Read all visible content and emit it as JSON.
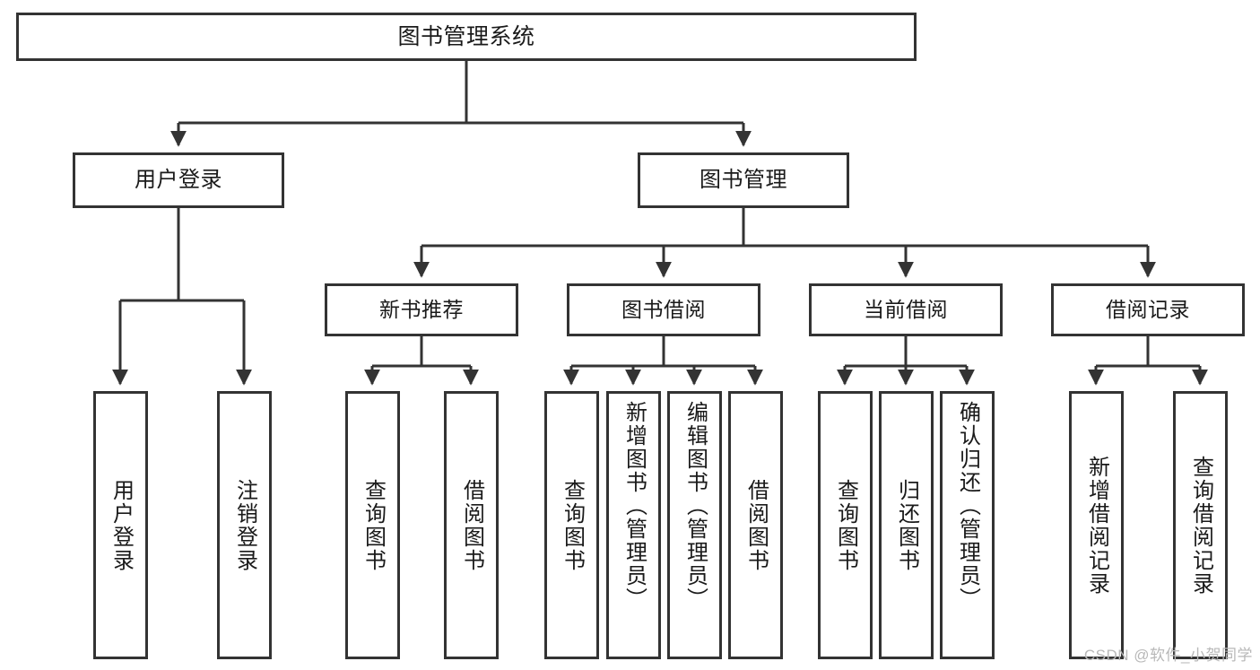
{
  "diagram": {
    "title": "图书管理系统",
    "type": "功能结构图",
    "watermark": "CSDN @软件_小贺同学",
    "colors": {
      "stroke": "#333333",
      "fill": "#ffffff",
      "text": "#1a1a1a",
      "watermark": "#b8b8b8"
    },
    "root": {
      "label": "图书管理系统"
    },
    "level2": [
      {
        "label": "用户登录"
      },
      {
        "label": "图书管理"
      }
    ],
    "level3": [
      {
        "label": "新书推荐"
      },
      {
        "label": "图书借阅"
      },
      {
        "label": "当前借阅"
      },
      {
        "label": "借阅记录"
      }
    ],
    "leaves": {
      "user_login": [
        {
          "label": "用户登录"
        },
        {
          "label": "注销登录"
        }
      ],
      "new_book_recommend": [
        {
          "label": "查询图书"
        },
        {
          "label": "借阅图书"
        }
      ],
      "book_borrow": [
        {
          "label": "查询图书"
        },
        {
          "label": "新增图书（管理员）"
        },
        {
          "label": "编辑图书（管理员）"
        },
        {
          "label": "借阅图书"
        }
      ],
      "current_borrow": [
        {
          "label": "查询图书"
        },
        {
          "label": "归还图书"
        },
        {
          "label": "确认归还（管理员）"
        }
      ],
      "borrow_record": [
        {
          "label": "新增借阅记录"
        },
        {
          "label": "查询借阅记录"
        }
      ]
    }
  }
}
